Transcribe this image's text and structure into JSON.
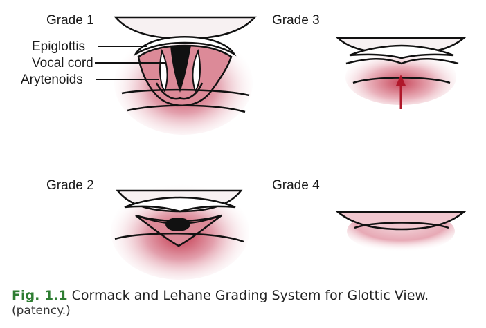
{
  "figure": {
    "panels": [
      {
        "id": "grade1",
        "label": "Grade 1"
      },
      {
        "id": "grade2",
        "label": "Grade 2"
      },
      {
        "id": "grade3",
        "label": "Grade 3"
      },
      {
        "id": "grade4",
        "label": "Grade 4"
      }
    ],
    "callouts": [
      "Epiglottis",
      "Vocal cord",
      "Arytenoids"
    ],
    "caption": {
      "number": "Fig. 1.1",
      "text": "Cormack and Lehane Grading System for Glottic View.",
      "subtext": "(patency.)"
    },
    "colors": {
      "tissue": "#c43a4f",
      "arrow": "#b0182a",
      "caption_number": "#2e7d32"
    }
  }
}
